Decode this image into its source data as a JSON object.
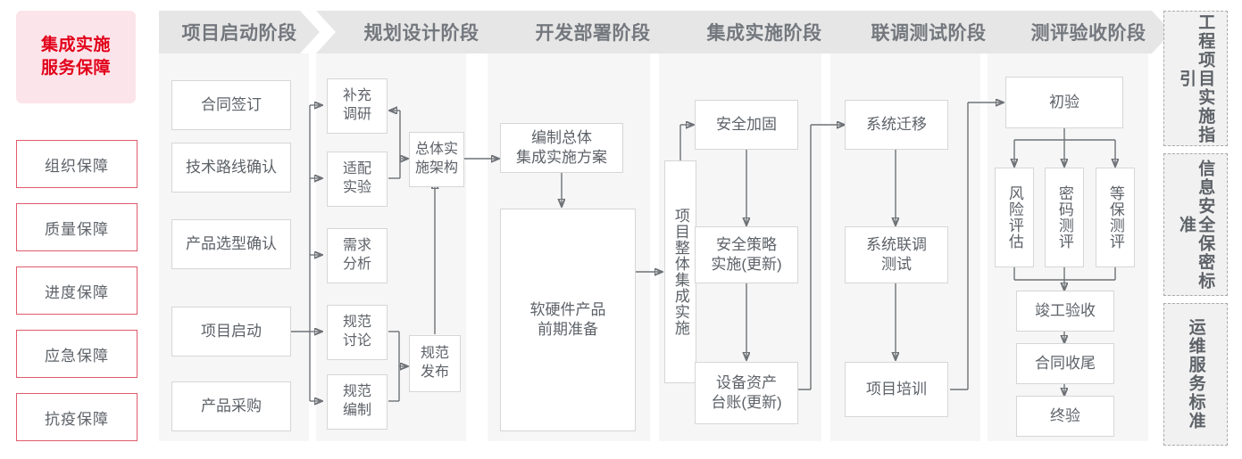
{
  "left_rail": {
    "title": "集成实施\n服务保障",
    "title_line1": "集成实施",
    "title_line2": "服务保障",
    "items": [
      {
        "label": "组织保障"
      },
      {
        "label": "质量保障"
      },
      {
        "label": "进度保障"
      },
      {
        "label": "应急保障"
      },
      {
        "label": "抗疫保障"
      }
    ],
    "accent_color": "#e2001a",
    "accent_bg": "#fbe5ea",
    "border_color": "#e05a6b"
  },
  "phases": [
    {
      "id": "startup",
      "title": "项目启动阶段",
      "nodes": [
        {
          "label": "合同签订"
        },
        {
          "label": "技术路线确认"
        },
        {
          "label": "产品选型确认"
        },
        {
          "label": "项目启动"
        },
        {
          "label": "产品采购"
        }
      ]
    },
    {
      "id": "planning",
      "title": "规划设计阶段",
      "nodes": [
        {
          "label": "补充\n调研",
          "l1": "补充",
          "l2": "调研"
        },
        {
          "label": "适配\n实验",
          "l1": "适配",
          "l2": "实验"
        },
        {
          "label": "需求\n分析",
          "l1": "需求",
          "l2": "分析"
        },
        {
          "label": "规范\n讨论",
          "l1": "规范",
          "l2": "讨论"
        },
        {
          "label": "规范\n编制",
          "l1": "规范",
          "l2": "编制"
        },
        {
          "label": "总体实\n施架构",
          "l1": "总体实",
          "l2": "施架构"
        },
        {
          "label": "规范\n发布",
          "l1": "规范",
          "l2": "发布"
        }
      ]
    },
    {
      "id": "develop",
      "title": "开发部署阶段",
      "nodes": [
        {
          "label": "编制总体\n集成实施方案",
          "l1": "编制总体",
          "l2": "集成实施方案"
        },
        {
          "label": "软硬件产品\n前期准备",
          "l1": "软硬件产品",
          "l2": "前期准备"
        }
      ]
    },
    {
      "id": "integration",
      "title": "集成实施阶段",
      "nodes": [
        {
          "label": "项目整体集成实施"
        },
        {
          "label": "安全加固"
        },
        {
          "label": "安全策略\n实施(更新)",
          "l1": "安全策略",
          "l2": "实施(更新)"
        },
        {
          "label": "设备资产\n台账(更新)",
          "l1": "设备资产",
          "l2": "台账(更新)"
        }
      ]
    },
    {
      "id": "jointtest",
      "title": "联调测试阶段",
      "nodes": [
        {
          "label": "系统迁移"
        },
        {
          "label": "系统联调\n测试",
          "l1": "系统联调",
          "l2": "测试"
        },
        {
          "label": "项目培训"
        }
      ]
    },
    {
      "id": "acceptance",
      "title": "测评验收阶段",
      "nodes": [
        {
          "label": "初验"
        },
        {
          "label": "风险评估"
        },
        {
          "label": "密码测评"
        },
        {
          "label": "等保测评"
        },
        {
          "label": "竣工验收"
        },
        {
          "label": "合同收尾"
        },
        {
          "label": "终验"
        }
      ]
    }
  ],
  "standards_rail": [
    {
      "label": "工程项目实施指引"
    },
    {
      "label": "信息安全保密标准"
    },
    {
      "label": "运维服务标准"
    }
  ],
  "colors": {
    "phase_header_bg": "#e6e6e6",
    "phase_header_text": "#73787e",
    "phase_body_bg": "#f6f6f6",
    "node_border": "#d6d6d6",
    "node_text": "#5d6268",
    "wire": "#6e7277"
  }
}
